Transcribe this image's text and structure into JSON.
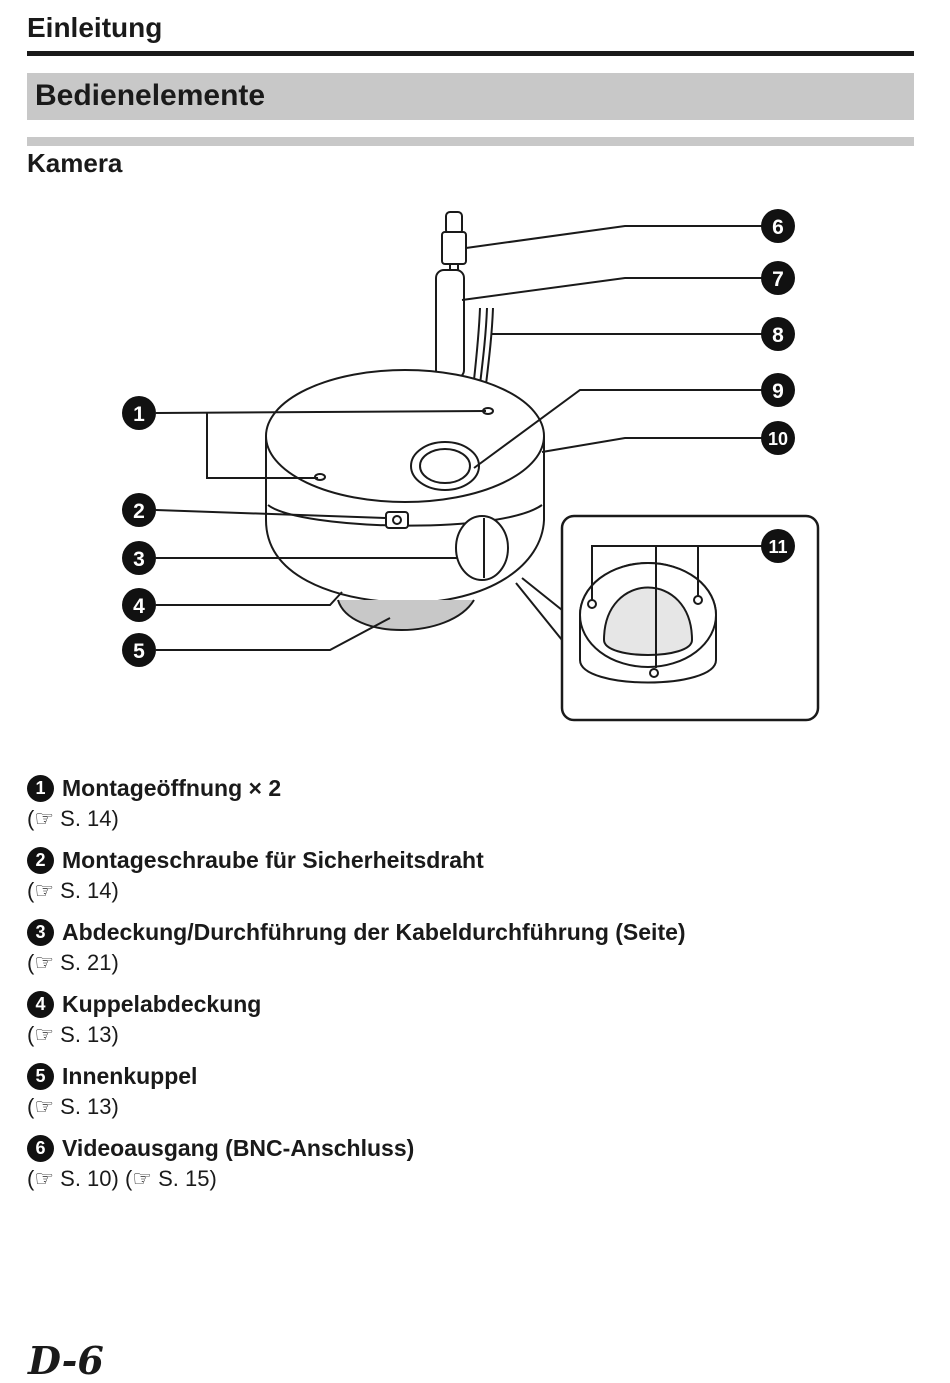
{
  "header": {
    "section": "Einleitung",
    "title": "Bedienelemente",
    "subtitle": "Kamera"
  },
  "callouts": [
    "1",
    "2",
    "3",
    "4",
    "5",
    "6",
    "7",
    "8",
    "9",
    "10",
    "11"
  ],
  "items": [
    {
      "num": "1",
      "title": "Montageöffnung × 2",
      "ref": "(☞ S. 14)"
    },
    {
      "num": "2",
      "title": "Montageschraube für Sicherheitsdraht",
      "ref": "(☞ S. 14)"
    },
    {
      "num": "3",
      "title": "Abdeckung/Durchführung der Kabeldurchführung (Seite)",
      "ref": "(☞ S. 21)"
    },
    {
      "num": "4",
      "title": "Kuppelabdeckung",
      "ref": "(☞ S. 13)"
    },
    {
      "num": "5",
      "title": "Innenkuppel",
      "ref": "(☞ S. 13)"
    },
    {
      "num": "6",
      "title": "Videoausgang (BNC-Anschluss)",
      "ref": "(☞ S. 10) (☞ S. 15)"
    }
  ],
  "page_number": "D-6"
}
